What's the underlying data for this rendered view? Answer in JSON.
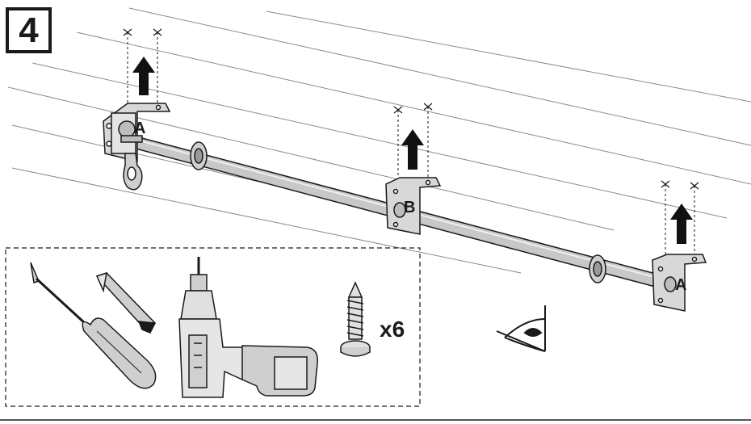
{
  "step": {
    "number": "4"
  },
  "bracket_labels": {
    "left": "A",
    "middle": "B",
    "right": "A"
  },
  "screw_quantity": "x6",
  "colors": {
    "line": "#1a1a1a",
    "ceiling_line": "#8a8a8a",
    "rod_fill": "#c8c8c8",
    "bracket_fill": "#d8d8d8",
    "arrow": "#111111",
    "grip": "#cfcfcf"
  },
  "icons": [
    "phillips-screwdriver-icon",
    "flathead-bit-icon",
    "cordless-drill-icon",
    "screw-icon",
    "eye-icon",
    "up-arrow-icon"
  ]
}
